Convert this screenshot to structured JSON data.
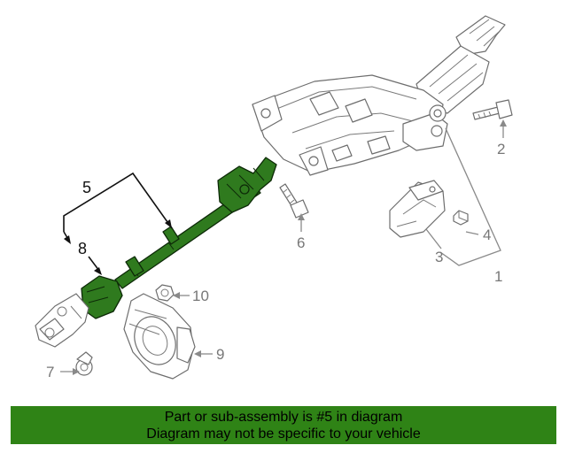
{
  "diagram": {
    "callouts": [
      "1",
      "2",
      "3",
      "4",
      "5",
      "6",
      "7",
      "8",
      "9",
      "10"
    ],
    "highlight_color": "#2f7a1e"
  },
  "banner": {
    "line1": "Part or sub-assembly is #5 in diagram",
    "line2": "Diagram may not be specific to your vehicle",
    "background": "#2f8316"
  }
}
